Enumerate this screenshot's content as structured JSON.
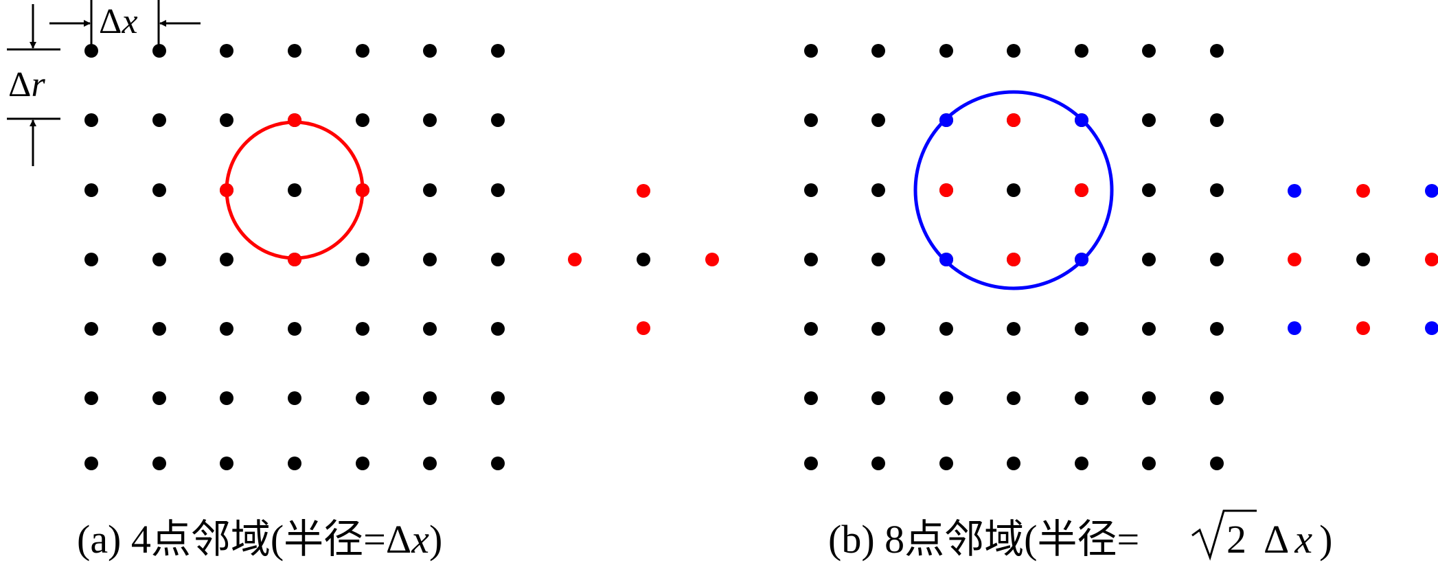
{
  "labels": {
    "dx_delta": "Δ",
    "dx_var": "x",
    "dr_delta": "Δ",
    "dr_var": "r"
  },
  "panel_a": {
    "caption_prefix": "(a) 4点邻域(半径=",
    "caption_delta": "Δ",
    "caption_var": "x",
    "caption_suffix": ")"
  },
  "panel_b": {
    "caption_prefix": "(b) 8点邻域(半径=",
    "caption_sqrt_arg": "2",
    "caption_delta": "Δ",
    "caption_var": "x",
    "caption_suffix": ")"
  },
  "colors": {
    "grid_point": "#000000",
    "four_neighbor": "#ff0000",
    "diagonal_neighbor": "#0000ff"
  },
  "legend": {
    "panel_a": [
      {
        "row": -1,
        "col": 0,
        "color": "red"
      },
      {
        "row": 0,
        "col": -1,
        "color": "red"
      },
      {
        "row": 0,
        "col": 0,
        "color": "black"
      },
      {
        "row": 0,
        "col": 1,
        "color": "red"
      },
      {
        "row": 1,
        "col": 0,
        "color": "red"
      }
    ],
    "panel_b": [
      {
        "row": -1,
        "col": -1,
        "color": "blue"
      },
      {
        "row": -1,
        "col": 0,
        "color": "red"
      },
      {
        "row": -1,
        "col": 1,
        "color": "blue"
      },
      {
        "row": 0,
        "col": -1,
        "color": "red"
      },
      {
        "row": 0,
        "col": 0,
        "color": "black"
      },
      {
        "row": 0,
        "col": 1,
        "color": "red"
      },
      {
        "row": 1,
        "col": -1,
        "color": "blue"
      },
      {
        "row": 1,
        "col": 0,
        "color": "red"
      },
      {
        "row": 1,
        "col": 1,
        "color": "blue"
      }
    ]
  }
}
